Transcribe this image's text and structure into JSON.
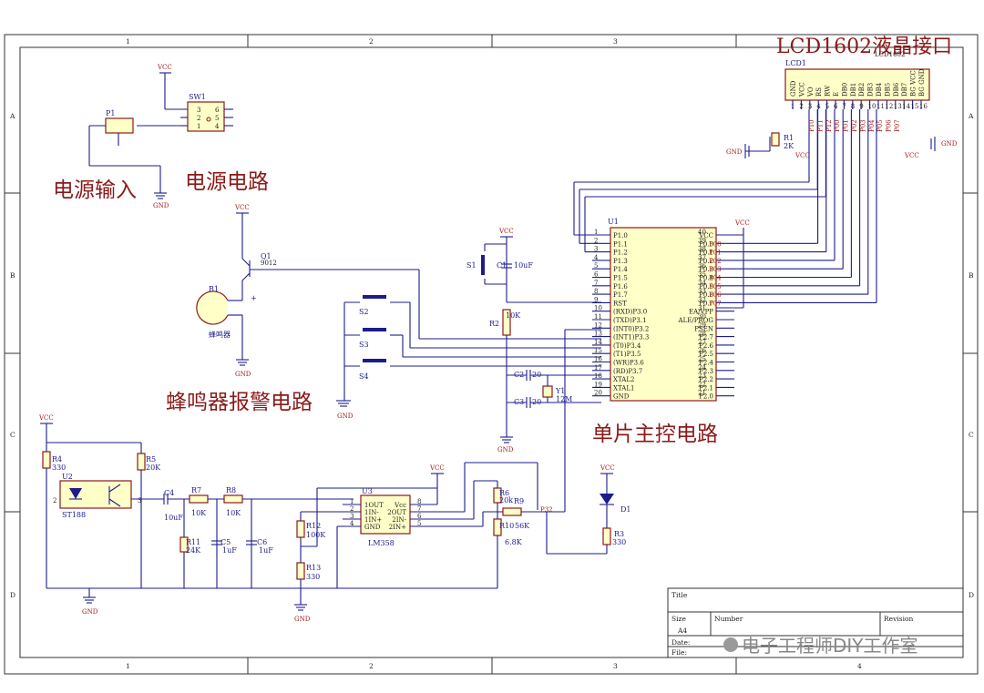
{
  "sections": {
    "power_input": "电源输入",
    "power_circuit": "电源电路",
    "buzzer_alarm": "蜂鸣器报警电路",
    "mcu_main": "单片主控电路",
    "lcd_interface": "LCD1602液晶接口"
  },
  "border": {
    "cols": [
      "1",
      "2",
      "3",
      "4"
    ],
    "rows": [
      "A",
      "B",
      "C",
      "D"
    ]
  },
  "components": {
    "sw1": "SW1",
    "p1": "P1",
    "b1": "B1",
    "buzzer": "蜂鸣器",
    "q1": "Q1",
    "q1_type": "9012",
    "s1": "S1",
    "s2": "S2",
    "s3": "S3",
    "s4": "S4",
    "c1": "C1",
    "c1_val": "10uF",
    "r2": "R2",
    "r2_val": "10K",
    "c2": "C2",
    "c2_val": "20",
    "c3": "C3",
    "c3_val": "20",
    "y1": "Y1",
    "y1_val": "12M",
    "u1": "U1",
    "lcd1": "LCD1",
    "lcd_part": "LCD1602",
    "r1": "R1",
    "r1_val": "2K",
    "u2": "U2",
    "u2_part": "ST188",
    "r4": "R4",
    "r4_val": "330",
    "r5": "R5",
    "r5_val": "20K",
    "c4": "C4",
    "c4_val": "10uF",
    "r7": "R7",
    "r7_val": "10K",
    "r8": "R8",
    "r8_val": "10K",
    "r11": "R11",
    "r11_val": "24K",
    "c5": "C5",
    "c5_val": "1uF",
    "c6": "C6",
    "c6_val": "1uF",
    "u3": "U3",
    "u3_part": "LM358",
    "r12": "R12",
    "r12_val": "100K",
    "r13": "R13",
    "r13_val": "330",
    "r6": "R6",
    "r6_val": "20k",
    "r9": "R9",
    "r10": "R10",
    "r10_val": "56K",
    "r10_val2": "6.8K",
    "d1": "D1",
    "r3": "R3",
    "r3_val": "330",
    "p32": "P32"
  },
  "nets": {
    "vcc": "VCC",
    "gnd": "GND"
  },
  "mcu_left_pins": [
    "P1.0",
    "P1.1",
    "P1.2",
    "P1.3",
    "P1.4",
    "P1.5",
    "P1.6",
    "P1.7",
    "RST",
    "(RXD)P3.0",
    "(TXD)P3.1",
    "(INT0)P3.2",
    "(INT1)P3.3",
    "(T0)P3.4",
    "(T1)P3.5",
    "(WR)P3.6",
    "(RD)P3.7",
    "XTAL2",
    "XTAL1",
    "GND"
  ],
  "mcu_left_nums": [
    "1",
    "2",
    "3",
    "4",
    "5",
    "6",
    "7",
    "8",
    "9",
    "10",
    "11",
    "12",
    "13",
    "14",
    "15",
    "16",
    "17",
    "18",
    "19",
    "20"
  ],
  "mcu_right_pins": [
    "VCC",
    "P0.0",
    "P0.1",
    "P0.2",
    "P0.3",
    "P0.4",
    "P0.5",
    "P0.6",
    "P0.7",
    "EA/VPP",
    "ALE/PROG",
    "PSEN",
    "P2.7",
    "P2.6",
    "P2.5",
    "P2.4",
    "P2.3",
    "P2.2",
    "P2.1",
    "P2.0"
  ],
  "mcu_right_nums": [
    "40",
    "39",
    "38",
    "37",
    "36",
    "35",
    "34",
    "33",
    "32",
    "31",
    "30",
    "29",
    "28",
    "27",
    "26",
    "25",
    "24",
    "23",
    "22",
    "21"
  ],
  "p0_nets": [
    "P00",
    "P01",
    "P02",
    "P03",
    "P04",
    "P05",
    "P06",
    "P07"
  ],
  "lcd_pins": [
    "GND",
    "VCC",
    "VO",
    "RS",
    "RW",
    "E",
    "DB0",
    "DB1",
    "DB2",
    "DB3",
    "DB4",
    "DB5",
    "DB6",
    "DB7",
    "BG VCC",
    "BG GND"
  ],
  "lcd_nums": [
    "1",
    "2",
    "3",
    "4",
    "5",
    "6",
    "7",
    "8",
    "9",
    "10",
    "11",
    "12",
    "13",
    "14",
    "15",
    "16"
  ],
  "lcd_nets": [
    "P10",
    "P11",
    "P12",
    "P00",
    "P01",
    "P02",
    "P03",
    "P04",
    "P05",
    "P06",
    "P07"
  ],
  "sw1_pins": [
    "3",
    "2",
    "1",
    "6",
    "5",
    "4"
  ],
  "u3_pins_left": [
    "1OUT",
    "1IN-",
    "1IN+",
    "GND"
  ],
  "u3_pins_right": [
    "Vcc",
    "2OUT",
    "2IN-",
    "2IN+"
  ],
  "u3_nums_left": [
    "1",
    "2",
    "3",
    "4"
  ],
  "u3_nums_right": [
    "8",
    "7",
    "6",
    "5"
  ],
  "title_block": {
    "title": "Title",
    "size": "Size",
    "size_val": "A4",
    "number": "Number",
    "revision": "Revision",
    "date": "Date:",
    "file": "File:",
    "watermark": "电子工程师DIY工作室"
  }
}
